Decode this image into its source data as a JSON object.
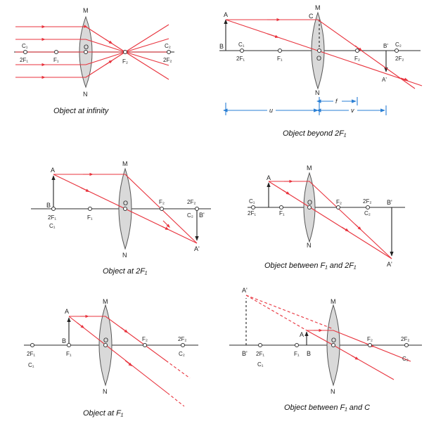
{
  "panels": {
    "p1": {
      "caption": "Object at infinity",
      "labels": {
        "M": "M",
        "N": "N",
        "O": "O",
        "C1": "C₁",
        "twoF1": "2F₁",
        "F1": "F₁",
        "F2": "F₂",
        "C2": "C₂",
        "twoF2": "2F₂"
      }
    },
    "p2": {
      "caption": "Object beyond 2F₁",
      "labels": {
        "A": "A",
        "B": "B",
        "C": "C",
        "M": "M",
        "N": "N",
        "O": "O",
        "C1": "C₁",
        "twoF1": "2F₁",
        "F1": "F₁",
        "F2": "F₂",
        "Bp": "B'",
        "C2": "C₂",
        "twoF2": "2F₂",
        "Ap": "A'",
        "f": "f",
        "u": "u",
        "v": "v"
      }
    },
    "p3": {
      "caption": "Object at 2F₁",
      "labels": {
        "A": "A",
        "B": "B",
        "twoF1": "2F₁",
        "C1": "C₁",
        "F1": "F₁",
        "M": "M",
        "N": "N",
        "O": "O",
        "F2": "F₂",
        "twoF2": "2F₂",
        "C2": "C₂",
        "Bp": "B'",
        "Ap": "A'"
      }
    },
    "p4": {
      "caption": "Object between F₁ and 2F₁",
      "labels": {
        "A": "A",
        "C1": "C₁",
        "twoF1": "2F₁",
        "F1": "F₁",
        "O": "O",
        "M": "M",
        "N": "N",
        "F2": "F₂",
        "twoF2": "2F₂",
        "C2": "C₂",
        "Bp": "B'",
        "Ap": "A'"
      }
    },
    "p5": {
      "caption": "Object at F₁",
      "labels": {
        "A": "A",
        "M": "M",
        "N": "N",
        "O": "O",
        "B": "B",
        "F1": "F₁",
        "twoF1": "2F₁",
        "C1": "C₁",
        "F2": "F₂",
        "twoF2": "2F₂",
        "C2": "C₂"
      }
    },
    "p6": {
      "caption": "Object between F₁ and C",
      "labels": {
        "Ap": "A'",
        "M": "M",
        "N": "N",
        "O": "O",
        "A": "A",
        "B": "B",
        "Bp": "B'",
        "twoF1": "2F₁",
        "C1": "C₁",
        "F1": "F₁",
        "F2": "F₂",
        "twoF2": "2F₂",
        "C2": "C₂"
      }
    }
  },
  "colors": {
    "ray": "#e8333d",
    "axis": "#555555",
    "lens": "#d9d9d9",
    "dimension": "#2a7fd4"
  }
}
